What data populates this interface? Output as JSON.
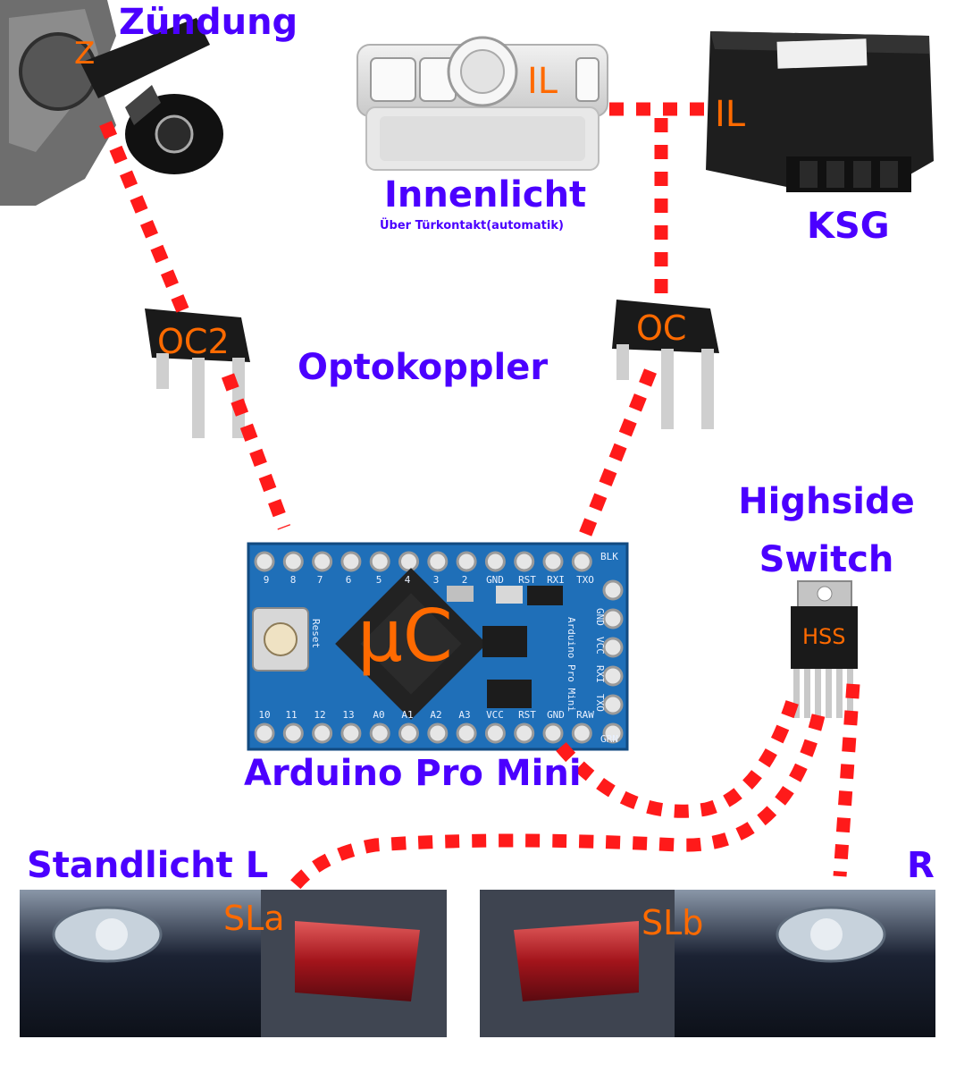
{
  "labels": {
    "zuendung": "Zündung",
    "innenlicht": "Innenlicht",
    "innenlicht_sub": "Über Türkontakt(automatik)",
    "ksg": "KSG",
    "optokoppler": "Optokoppler",
    "highside": "Highside",
    "switch": "Switch",
    "arduino": "Arduino Pro Mini",
    "standlicht_l": "Standlicht L",
    "r": "R"
  },
  "tags": {
    "z": "Z",
    "il_light": "IL",
    "il_ksg": "IL",
    "oc2": "OC2",
    "oc": "OC",
    "uc": "µC",
    "hss": "HSS",
    "sla": "SLa",
    "slb": "SLb"
  },
  "board": {
    "top_pins": [
      "9",
      "8",
      "7",
      "6",
      "5",
      "4",
      "3",
      "2",
      "GND",
      "RST",
      "RXI",
      "TXO"
    ],
    "bottom_pins": [
      "10",
      "11",
      "12",
      "13",
      "A0",
      "A1",
      "A2",
      "A3",
      "VCC",
      "RST",
      "GND",
      "RAW"
    ],
    "right_pins": [
      "GND",
      "VCC",
      "RXI",
      "TXO"
    ],
    "blk": "BLK",
    "grn": "GRN",
    "reset": "Reset",
    "side_text": "Arduino Pro Mini"
  },
  "colors": {
    "label": "#4b00ff",
    "tag": "#ff6a00",
    "wire": "#ff1a1a",
    "pcb": "#1f6fb8"
  }
}
